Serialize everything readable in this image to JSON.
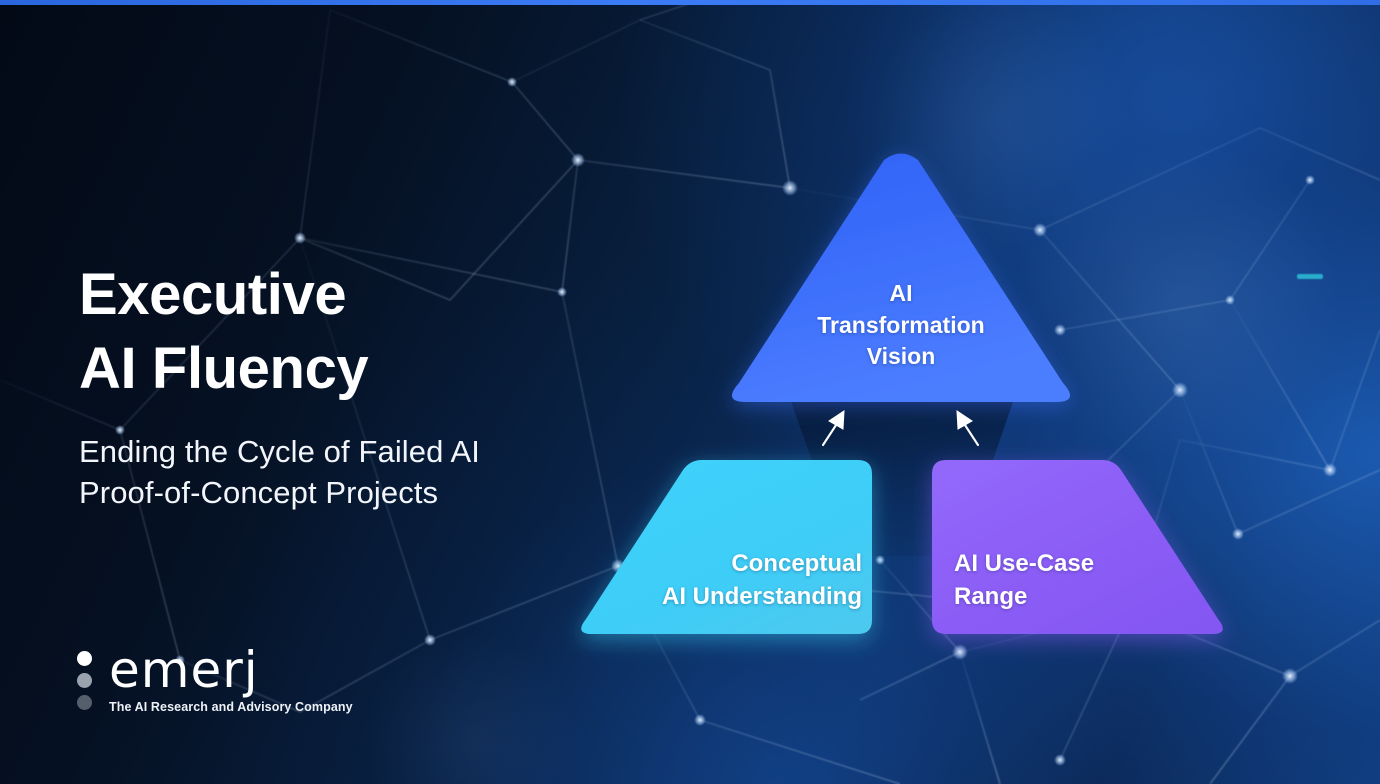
{
  "slide": {
    "title": "Executive\nAI Fluency",
    "subtitle": "Ending the Cycle of Failed AI\nProof-of-Concept Projects"
  },
  "logo": {
    "wordmark": "emerj",
    "tagline": "The AI Research and Advisory Company",
    "dot_colors": [
      "#ffffff",
      "#9aa3ad",
      "#555f6b"
    ]
  },
  "diagram": {
    "name": "three-part-pyramid",
    "apex": {
      "label": "AI\nTransformation\nVision",
      "color": "#3d6ffb",
      "shape": "rounded-triangle"
    },
    "base_left": {
      "label": "Conceptual\nAI Understanding",
      "color": "#3ecdf7",
      "shape": "rounded-trapezoid-left"
    },
    "base_right": {
      "label": "AI Use-Case\nRange",
      "color": "#8b5cf6",
      "shape": "rounded-trapezoid-right"
    },
    "arrows": [
      {
        "name": "arrow-left-to-apex",
        "direction": "up-right"
      },
      {
        "name": "arrow-right-to-apex",
        "direction": "up-left"
      }
    ]
  },
  "theme": {
    "top_bar_color": "#3b7bf5",
    "background_dark": "#050d1c",
    "background_blue": "#0f3f80",
    "text_color": "#ffffff",
    "accent_cyan": "#2bbfd8"
  }
}
